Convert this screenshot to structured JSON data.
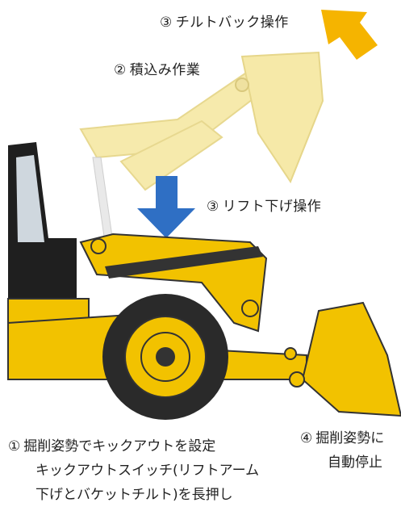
{
  "steps": [
    {
      "num": "③",
      "text": "チルトバック操作"
    },
    {
      "num": "②",
      "text": "積込み作業"
    },
    {
      "num": "③",
      "text": "リフト下げ操作"
    },
    {
      "num": "①",
      "lines": [
        "掘削姿勢でキックアウトを設定",
        "キックアウトスイッチ(リフトアーム",
        "下げとバケットチルト)を長押し"
      ]
    },
    {
      "num": "④",
      "lines": [
        "掘削姿勢に",
        "自動停止"
      ]
    }
  ],
  "colors": {
    "machine_yellow": "#f2c200",
    "ghost_yellow": "#f6e9a8",
    "tilt_arrow": "#f5b400",
    "lift_arrow": "#2f6fc4",
    "tire": "#2a2a2a"
  }
}
